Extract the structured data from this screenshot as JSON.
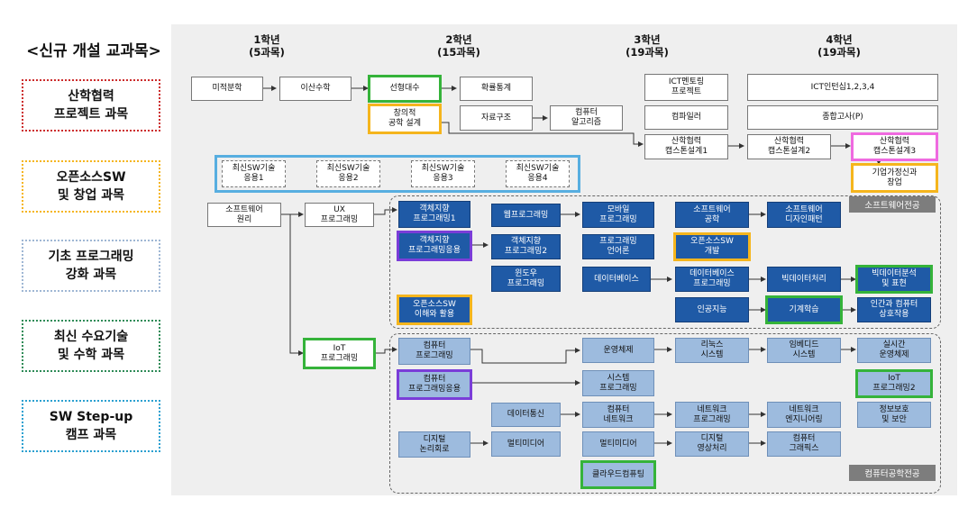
{
  "legend": {
    "title": "<신규 개설 교과목>",
    "items": [
      {
        "label": "산학협력\n프로젝트 과목",
        "color": "#cc2b2b"
      },
      {
        "label": "오픈소스SW\n및 창업 과목",
        "color": "#f5b51d"
      },
      {
        "label": "기초 프로그래밍\n강화 과목",
        "color": "#9fb7d4"
      },
      {
        "label": "최신 수요기술\n및 수학 과목",
        "color": "#2e8b57"
      },
      {
        "label": "SW Step-up\n캠프 과목",
        "color": "#2aa0d0"
      }
    ]
  },
  "years": [
    {
      "label": "1학년\n(5과목)"
    },
    {
      "label": "2학년\n(15과목)"
    },
    {
      "label": "3학년\n(19과목)"
    },
    {
      "label": "4학년\n(19과목)"
    }
  ],
  "tracks": {
    "software": "소프트웨어전공",
    "computer": "컴퓨터공학전공"
  },
  "courses": {
    "c1": "미적분학",
    "c2": "이산수학",
    "c3": "선형대수",
    "c4": "확률통계",
    "c5": "ICT멘토링\n프로젝트",
    "c6": "ICT인턴십1,2,3,4",
    "c7": "창의적\n공학 설계",
    "c8": "자료구조",
    "c9": "컴퓨터\n알고리즘",
    "c10": "컴파일러",
    "c11": "종합고사(P)",
    "c12": "산학협력\n캡스톤설계1",
    "c13": "산학협력\n캡스톤설계2",
    "c14": "산학협력\n캡스톤설계3",
    "c15": "기업가정신과\n창업",
    "c16": "최신SW기술\n응용1",
    "c17": "최신SW기술\n응용2",
    "c18": "최신SW기술\n응용3",
    "c19": "최신SW기술\n응용4",
    "c20": "소프트웨어\n원리",
    "c21": "UX\n프로그래밍",
    "c22": "객체지향\n프로그래밍1",
    "c23": "웹프로그래밍",
    "c24": "모바일\n프로그래밍",
    "c25": "소프트웨어\n공학",
    "c26": "소프트웨어\n디자인패턴",
    "c27": "객체지향\n프로그래밍응용",
    "c28": "객체지향\n프로그래밍2",
    "c29": "프로그래밍\n언어론",
    "c30": "오픈소스SW\n개발",
    "c31": "윈도우\n프로그래밍",
    "c32": "데이터베이스",
    "c33": "데이터베이스\n프로그래밍",
    "c34": "빅데이터처리",
    "c35": "빅데이터분석\n및 표현",
    "c36": "오픈소스SW\n이해와 활용",
    "c37": "인공지능",
    "c38": "기계학습",
    "c39": "인간과 컴퓨터\n상호작용",
    "c40": "IoT\n프로그래밍",
    "c41": "컴퓨터\n프로그래밍",
    "c42": "운영체제",
    "c43": "리눅스\n시스템",
    "c44": "임베디드\n시스템",
    "c45": "실시간\n운영체제",
    "c46": "컴퓨터\n프로그래밍응용",
    "c47": "시스템\n프로그래밍",
    "c48": "IoT\n프로그래밍2",
    "c49": "데이터통신",
    "c50": "컴퓨터\n네트워크",
    "c51": "네트워크\n프로그래밍",
    "c52": "네트워크\n엔지니어링",
    "c53": "정보보호\n및 보안",
    "c54": "디지털\n논리회로",
    "c55": "멀티미디어",
    "c56": "멀티미디어",
    "c57": "디지털\n영상처리",
    "c58": "컴퓨터\n그래픽스",
    "c59": "클라우드컴퓨팅"
  },
  "colors": {
    "panel": "#efefef",
    "dark_blue": "#1f5aa6",
    "light_blue": "#9dbbde",
    "green": "#35b33a",
    "yellow": "#f5b51d",
    "purple": "#7a3dd8",
    "pink": "#ef6ae0",
    "sky": "#57aee0",
    "tag": "#7d7d7d"
  }
}
